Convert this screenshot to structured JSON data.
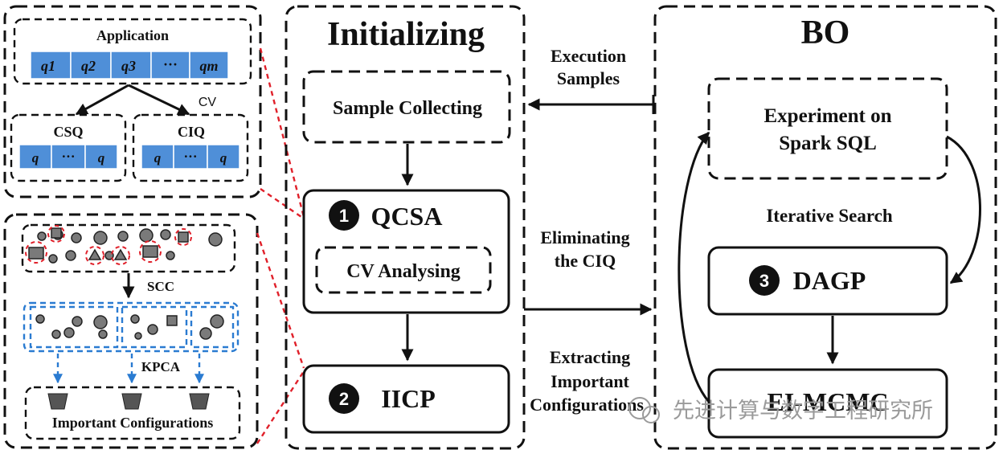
{
  "left_top": {
    "application_label": "Application",
    "queries": [
      "q1",
      "q2",
      "q3",
      "···",
      "qm"
    ],
    "cv_label": "CV",
    "csq_label": "CSQ",
    "ciq_label": "CIQ",
    "csq_cells": [
      "q",
      "···",
      "q"
    ],
    "ciq_cells": [
      "q",
      "···",
      "q"
    ]
  },
  "left_bottom": {
    "scc_label": "SCC",
    "kpca_label": "KPCA",
    "important_label": "Important Configurations"
  },
  "initializing": {
    "title": "Initializing",
    "sample_collecting": "Sample Collecting",
    "qcsa_number": "1",
    "qcsa_label": "QCSA",
    "cv_analysing": "CV Analysing",
    "iicp_number": "2",
    "iicp_label": "IICP"
  },
  "middle_labels": {
    "execution_samples": [
      "Execution",
      "Samples"
    ],
    "eliminating": [
      "Eliminating",
      "the CIQ"
    ],
    "extracting": [
      "Extracting",
      "Important",
      "Configurations"
    ]
  },
  "bo": {
    "title": "BO",
    "experiment": [
      "Experiment on",
      "Spark SQL"
    ],
    "iterative_search": "Iterative Search",
    "dagp_number": "3",
    "dagp_label": "DAGP",
    "bottom_label": "EI-MCMC"
  },
  "watermark": "先进计算与数字工程研究所"
}
